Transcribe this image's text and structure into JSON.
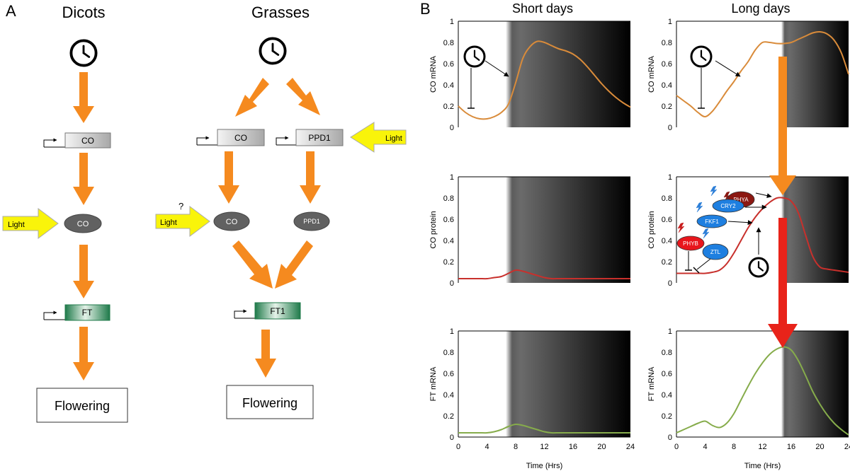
{
  "panel_a": {
    "label": "A",
    "dicots": {
      "title": "Dicots",
      "gene": "CO",
      "protein": "CO",
      "light": "Light",
      "target": "FT",
      "output": "Flowering"
    },
    "grasses": {
      "title": "Grasses",
      "gene_co": "CO",
      "gene_ppd1": "PPD1",
      "light_right": "Light",
      "light_left": "Light",
      "question": "?",
      "protein_co": "CO",
      "protein_ppd1": "PPD1",
      "target": "FT1",
      "output": "Flowering"
    }
  },
  "panel_b": {
    "label": "B",
    "col_short": "Short days",
    "col_long": "Long days",
    "xlabel": "Time (Hrs)",
    "ylabels": [
      "CO mRNA",
      "CO protein",
      "FT mRNA"
    ],
    "xticks": [
      "0",
      "4",
      "8",
      "12",
      "16",
      "20",
      "24"
    ],
    "yticks": [
      "0",
      "0.2",
      "0.4",
      "0.6",
      "0.8",
      "1"
    ],
    "regulators": {
      "phya": "PHYA",
      "cry2": "CRY2",
      "fkf1": "FKF1",
      "phyb": "PHYB",
      "ztl": "ZTL"
    }
  },
  "colors": {
    "arrow_orange": "#f58a1f",
    "arrow_red": "#e8231a",
    "light_yellow": "#f9f40a",
    "co_mrna": "#d98b3a",
    "co_protein": "#c8302c",
    "ft_mrna": "#86ac4b",
    "phya": "#8b1812",
    "phyb": "#e8161c",
    "blue": "#1e7fe0"
  },
  "chart_data": [
    {
      "type": "line",
      "panel": "Short days",
      "ylabel": "CO mRNA",
      "xlim": [
        0,
        24
      ],
      "ylim": [
        0,
        1
      ],
      "dark_from": 8,
      "x": [
        0,
        1,
        2,
        3,
        4,
        5,
        6,
        7,
        8,
        9,
        10,
        11,
        12,
        13,
        14,
        15,
        16,
        17,
        18,
        19,
        20,
        21,
        22,
        23,
        24
      ],
      "values": [
        0.2,
        0.14,
        0.1,
        0.08,
        0.08,
        0.1,
        0.14,
        0.22,
        0.42,
        0.65,
        0.76,
        0.81,
        0.8,
        0.77,
        0.74,
        0.72,
        0.69,
        0.64,
        0.57,
        0.49,
        0.41,
        0.34,
        0.28,
        0.23,
        0.19
      ]
    },
    {
      "type": "line",
      "panel": "Long days",
      "ylabel": "CO mRNA",
      "xlim": [
        0,
        24
      ],
      "ylim": [
        0,
        1
      ],
      "dark_from": 16,
      "x": [
        0,
        1,
        2,
        3,
        4,
        5,
        6,
        7,
        8,
        9,
        10,
        11,
        12,
        13,
        14,
        15,
        16,
        17,
        18,
        19,
        20,
        21,
        22,
        23,
        24
      ],
      "values": [
        0.3,
        0.25,
        0.2,
        0.14,
        0.1,
        0.15,
        0.24,
        0.34,
        0.43,
        0.53,
        0.62,
        0.73,
        0.8,
        0.8,
        0.79,
        0.79,
        0.8,
        0.83,
        0.86,
        0.89,
        0.9,
        0.88,
        0.82,
        0.7,
        0.5
      ]
    },
    {
      "type": "line",
      "panel": "Short days",
      "ylabel": "CO protein",
      "xlim": [
        0,
        24
      ],
      "ylim": [
        0,
        1
      ],
      "dark_from": 8,
      "x": [
        0,
        1,
        2,
        3,
        4,
        5,
        6,
        7,
        8,
        9,
        10,
        11,
        12,
        13,
        14,
        15,
        16,
        17,
        18,
        19,
        20,
        21,
        22,
        23,
        24
      ],
      "values": [
        0.04,
        0.04,
        0.04,
        0.04,
        0.04,
        0.05,
        0.06,
        0.09,
        0.12,
        0.11,
        0.09,
        0.07,
        0.05,
        0.04,
        0.04,
        0.04,
        0.04,
        0.04,
        0.04,
        0.04,
        0.04,
        0.04,
        0.04,
        0.04,
        0.04
      ]
    },
    {
      "type": "line",
      "panel": "Long days",
      "ylabel": "CO protein",
      "xlim": [
        0,
        24
      ],
      "ylim": [
        0,
        1
      ],
      "dark_from": 16,
      "x": [
        0,
        1,
        2,
        3,
        4,
        5,
        6,
        7,
        8,
        9,
        10,
        11,
        12,
        13,
        14,
        15,
        16,
        17,
        18,
        19,
        20,
        21,
        22,
        23,
        24
      ],
      "values": [
        0.09,
        0.09,
        0.09,
        0.09,
        0.09,
        0.1,
        0.12,
        0.18,
        0.28,
        0.4,
        0.52,
        0.62,
        0.7,
        0.76,
        0.8,
        0.8,
        0.77,
        0.66,
        0.45,
        0.25,
        0.15,
        0.13,
        0.12,
        0.11,
        0.1
      ]
    },
    {
      "type": "line",
      "panel": "Short days",
      "ylabel": "FT mRNA",
      "xlim": [
        0,
        24
      ],
      "ylim": [
        0,
        1
      ],
      "dark_from": 8,
      "x": [
        0,
        1,
        2,
        3,
        4,
        5,
        6,
        7,
        8,
        9,
        10,
        11,
        12,
        13,
        14,
        15,
        16,
        17,
        18,
        19,
        20,
        21,
        22,
        23,
        24
      ],
      "values": [
        0.04,
        0.04,
        0.04,
        0.04,
        0.04,
        0.05,
        0.07,
        0.1,
        0.12,
        0.11,
        0.09,
        0.07,
        0.05,
        0.04,
        0.04,
        0.04,
        0.04,
        0.04,
        0.04,
        0.04,
        0.04,
        0.04,
        0.04,
        0.04,
        0.04
      ]
    },
    {
      "type": "line",
      "panel": "Long days",
      "ylabel": "FT mRNA",
      "xlim": [
        0,
        24
      ],
      "ylim": [
        0,
        1
      ],
      "dark_from": 16,
      "x": [
        0,
        1,
        2,
        3,
        4,
        5,
        6,
        7,
        8,
        9,
        10,
        11,
        12,
        13,
        14,
        15,
        16,
        17,
        18,
        19,
        20,
        21,
        22,
        23,
        24
      ],
      "values": [
        0.04,
        0.07,
        0.1,
        0.13,
        0.15,
        0.11,
        0.09,
        0.13,
        0.22,
        0.35,
        0.48,
        0.6,
        0.7,
        0.78,
        0.83,
        0.85,
        0.82,
        0.72,
        0.58,
        0.43,
        0.31,
        0.21,
        0.13,
        0.07,
        0.02
      ]
    }
  ]
}
